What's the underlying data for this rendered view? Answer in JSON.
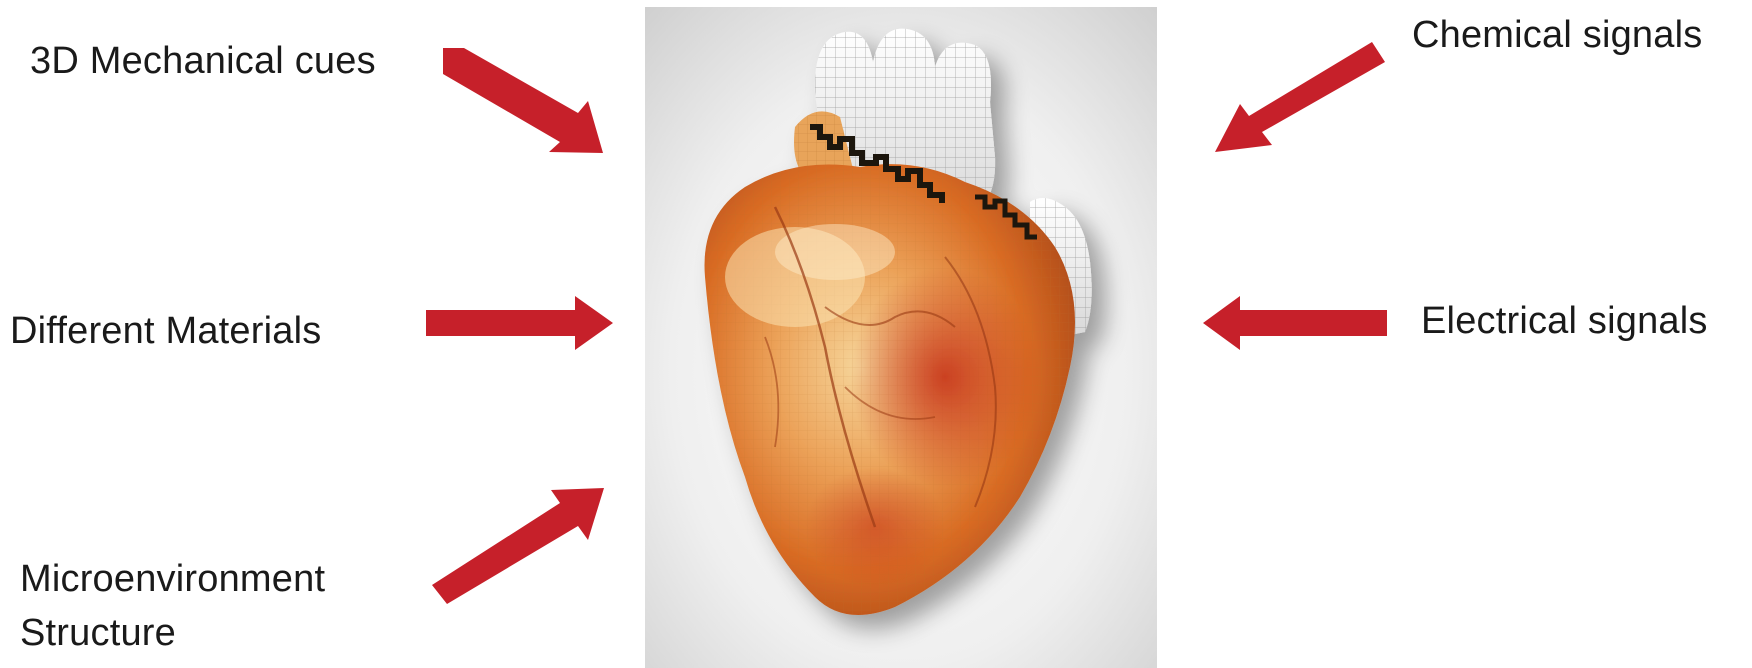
{
  "labels": {
    "mechanical": "3D Mechanical cues",
    "materials": "Different Materials",
    "microenvironment_line1": "Microenvironment",
    "microenvironment_line2": "Structure",
    "chemical": "Chemical signals",
    "electrical": "Electrical signals"
  },
  "colors": {
    "arrow": "#c6202a",
    "text": "#1a1a1a",
    "panel_background": "#dcdcdc",
    "heart_main": "#e07a2a"
  },
  "figure": {
    "image_subject": "heart-illustration"
  }
}
